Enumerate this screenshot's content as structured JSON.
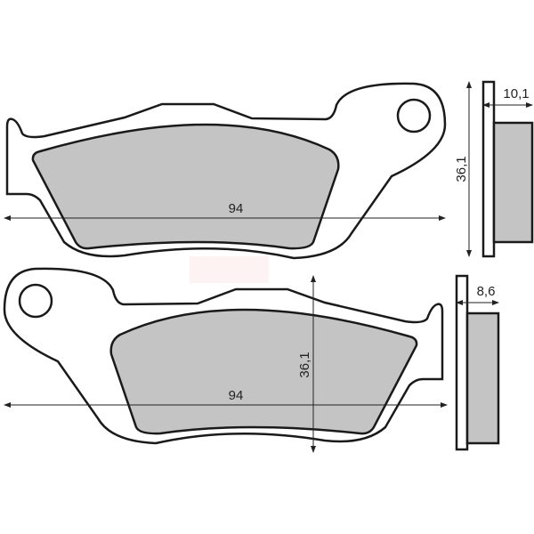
{
  "colors": {
    "friction": "#c4c4c4",
    "outline": "#1a1a1a",
    "background": "#ffffff"
  },
  "top_pad": {
    "length": "94",
    "height": "36,1",
    "thickness": "10,1"
  },
  "bottom_pad": {
    "length": "94",
    "height": "36,1",
    "thickness": "8,6"
  }
}
